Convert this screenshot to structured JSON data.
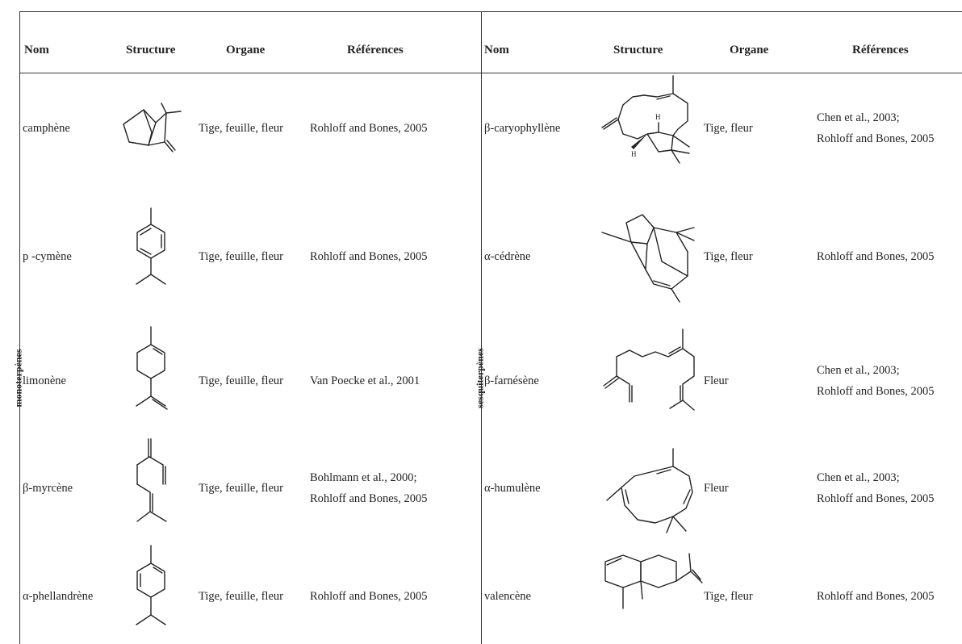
{
  "headers": {
    "left": [
      "Nom",
      "Structure",
      "Organe",
      "Références"
    ],
    "right": [
      "Nom",
      "Structure",
      "Organe",
      "Références"
    ]
  },
  "groups": {
    "left": "monoterpènes",
    "right": "sesquiterpènes"
  },
  "monoterpenes": [
    {
      "nom": "camphène",
      "organe": "Tige, feuille, fleur",
      "references": [
        "Rohloff and Bones, 2005"
      ]
    },
    {
      "nom": "p -cymène",
      "organe": "Tige, feuille, fleur",
      "references": [
        "Rohloff and Bones, 2005"
      ]
    },
    {
      "nom": "limonène",
      "organe": "Tige, feuille, fleur",
      "references": [
        "Van Poecke et al., 2001"
      ]
    },
    {
      "nom": "β-myrcène",
      "organe": "Tige, feuille, fleur",
      "references": [
        "Bohlmann et al., 2000;",
        "Rohloff and Bones, 2005"
      ]
    },
    {
      "nom": "α-phellandrène",
      "organe": "Tige, feuille, fleur",
      "references": [
        "Rohloff and Bones, 2005"
      ]
    }
  ],
  "sesquiterpenes": [
    {
      "nom": "β-caryophyllène",
      "organe": "Tige, fleur",
      "references": [
        "Chen et al., 2003;",
        "Rohloff and Bones, 2005"
      ]
    },
    {
      "nom": "α-cédrène",
      "organe": "Tige, fleur",
      "references": [
        "Rohloff and Bones, 2005"
      ]
    },
    {
      "nom": "β-farnésène",
      "organe": "Fleur",
      "references": [
        "Chen et al., 2003;",
        "Rohloff and Bones, 2005"
      ]
    },
    {
      "nom": "α-humulène",
      "organe": "Fleur",
      "references": [
        "Chen et al., 2003;",
        "Rohloff and Bones, 2005"
      ]
    },
    {
      "nom": "valencène",
      "organe": "Tige, fleur",
      "references": [
        "Rohloff and Bones, 2005"
      ]
    }
  ],
  "stereo_labels": {
    "h1": "H",
    "h2": "H"
  }
}
